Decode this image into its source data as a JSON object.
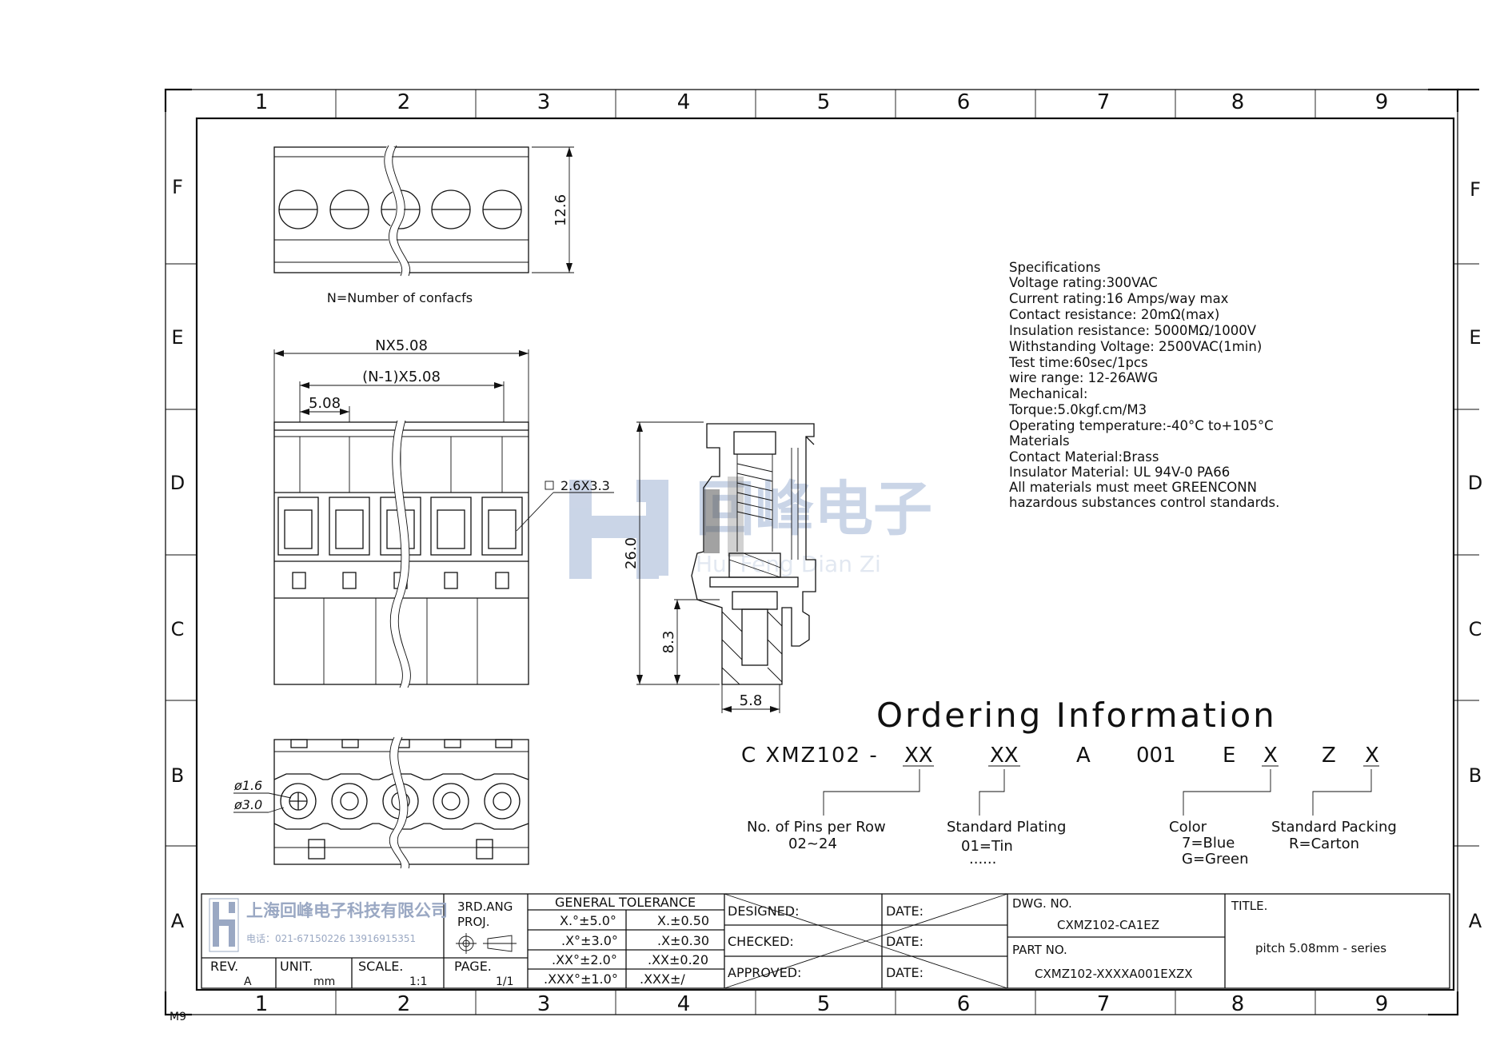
{
  "grid": {
    "columns": [
      "1",
      "2",
      "3",
      "4",
      "5",
      "6",
      "7",
      "8",
      "9"
    ],
    "rows": [
      "F",
      "E",
      "D",
      "C",
      "B",
      "A"
    ],
    "corner_mark": "M9"
  },
  "views": {
    "top_note": "N=Number of confacfs",
    "dim_height_top": "12.6",
    "dim_total_width": "NX5.08",
    "dim_inner_width": "(N-1)X5.08",
    "dim_pitch": "5.08",
    "dim_square": "2.6X3.3",
    "dim_side_height": "26.0",
    "dim_side_lower": "8.3",
    "dim_side_width": "5.8",
    "dim_hole_small": "ø1.6",
    "dim_hole_large": "ø3.0"
  },
  "watermark": {
    "text": "回峰电子",
    "pinyin": "Hui Feng Dian Zi"
  },
  "specifications": [
    "Specifications",
    "Voltage rating:300VAC",
    "Current rating:16 Amps/way max",
    "Contact resistance: 20mΩ(max)",
    "Insulation resistance: 5000MΩ/1000V",
    "Withstanding Voltage: 2500VAC(1min)",
    "Test time:60sec/1pcs",
    "wire range: 12-26AWG",
    "Mechanical:",
    "Torque:5.0kgf.cm/M3",
    "Operating temperature:-40°C to+105°C",
    "Materials",
    "Contact Material:Brass",
    "Insulator Material: UL 94V-0 PA66",
    "All materials must meet GREENCONN",
    "hazardous substances control standards."
  ],
  "ordering": {
    "title": "Ordering Information",
    "code_parts": [
      "C XMZ102 -",
      "XX",
      "XX",
      "A",
      "001",
      "E",
      "X",
      "Z",
      "X"
    ],
    "pins_label": "No. of Pins per Row",
    "pins_range": "02~24",
    "plating_label": "Standard Plating",
    "plating_value": "01=Tin",
    "plating_more": "......",
    "color_label": "Color",
    "color_blue": "7=Blue",
    "color_green": "G=Green",
    "packing_label": "Standard Packing",
    "packing_value": "R=Carton"
  },
  "titleblock": {
    "company": "上海回峰电子科技有限公司",
    "phone": "电话：021-67150226  13916915351",
    "rev_label": "REV.",
    "rev_value": "A",
    "unit_label": "UNIT.",
    "unit_value": "mm",
    "scale_label": "SCALE.",
    "scale_value": "1:1",
    "proj_line1": "3RD.ANG",
    "proj_line2": "PROJ.",
    "page_label": "PAGE.",
    "page_value": "1/1",
    "tolerance_title": "GENERAL TOLERANCE",
    "tol_x_ang": "X.°±5.0°",
    "tol_x_lin": "X.±0.50",
    "tol_xx_ang": ".X°±3.0°",
    "tol_xx_lin": ".X±0.30",
    "tol_xxx_ang": ".XX°±2.0°",
    "tol_xxx_lin": ".XX±0.20",
    "tol_xxxx_ang": ".XXX°±1.0°",
    "tol_xxxx_lin": ".XXX±/",
    "designed": "DESIGNED:",
    "checked": "CHECKED:",
    "approved": "APPROVED:",
    "date": "DATE:",
    "dwg_label": "DWG. NO.",
    "dwg_value": "CXMZ102-CA1EZ",
    "part_label": "PART NO.",
    "part_value": "CXMZ102-XXXXA001EXZX",
    "title_label": "TITLE.",
    "title_value": "pitch 5.08mm  - series"
  }
}
